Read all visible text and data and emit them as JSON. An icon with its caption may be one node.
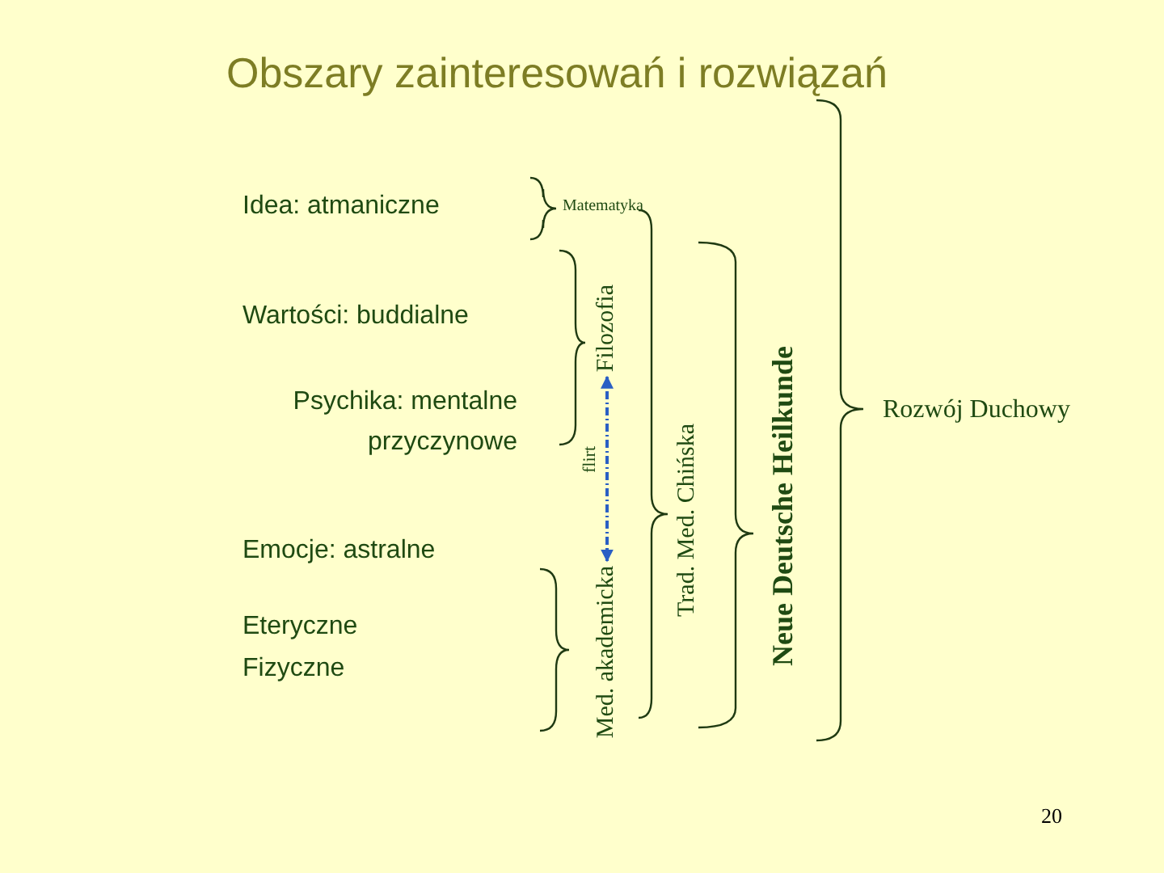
{
  "diagram": {
    "title": "Obszary zainteresowań i rozwiązań",
    "nodes": [
      {
        "text": [
          "Filozofia"
        ]
      },
      {
        "text": [
          "Med. akademicka"
        ]
      }
    ],
    "edges": [
      {
        "from": 1,
        "to": 0,
        "arrow": "both",
        "label": "flirt",
        "style": "dashed"
      }
    ],
    "labels": [
      "Idea: atmaniczne",
      "Matematyka",
      "Wartości: buddialne",
      "Psychika: mentalne przyczynowe",
      "Trad. Med. Chińska",
      "Neue Deutsche Heilkunde",
      "Rozwój Duchowy",
      "Emocje: astralne",
      "Eteryczne",
      "Fizyczne",
      "20"
    ]
  }
}
